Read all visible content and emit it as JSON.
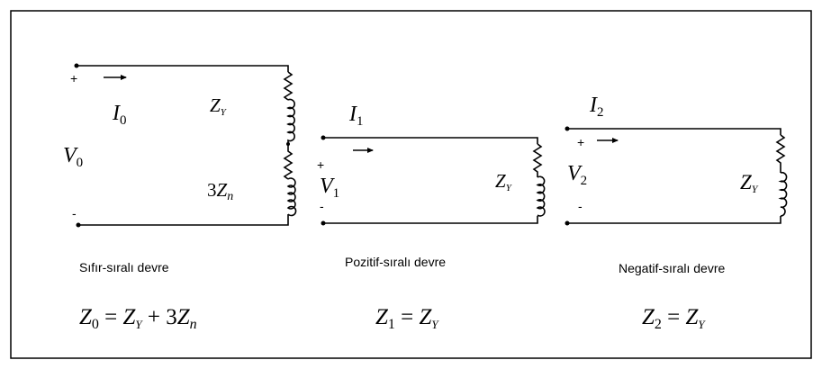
{
  "circuits": [
    {
      "caption": "Sıfır-sıralı devre",
      "plus": "+",
      "minus": "-",
      "current": {
        "sym": "I",
        "sub": "0"
      },
      "voltage": {
        "sym": "V",
        "sub": "0"
      },
      "imp1": {
        "sym": "Z",
        "sub": "Y"
      },
      "imp2": {
        "pre": "3",
        "sym": "Z",
        "sub": "n"
      },
      "equation": {
        "lhs_sym": "Z",
        "lhs_sub": "0",
        "eq": " = ",
        "r1_sym": "Z",
        "r1_sub": "Y",
        "plus": " + 3",
        "r2_sym": "Z",
        "r2_sub": "n"
      }
    },
    {
      "caption": "Pozitif-sıralı devre",
      "plus": "+",
      "minus": "-",
      "current": {
        "sym": "I",
        "sub": "1"
      },
      "voltage": {
        "sym": "V",
        "sub": "1"
      },
      "imp1": {
        "sym": "Z",
        "sub": "Y"
      },
      "equation": {
        "lhs_sym": "Z",
        "lhs_sub": "1",
        "eq": " = ",
        "r1_sym": "Z",
        "r1_sub": "Y"
      }
    },
    {
      "caption": "Negatif-sıralı devre",
      "plus": "+",
      "minus": "-",
      "current": {
        "sym": "I",
        "sub": "2"
      },
      "voltage": {
        "sym": "V",
        "sub": "2"
      },
      "imp1": {
        "sym": "Z",
        "sub": "Y"
      },
      "equation": {
        "lhs_sym": "Z",
        "lhs_sub": "2",
        "eq": " = ",
        "r1_sym": "Z",
        "r1_sub": "Y"
      }
    }
  ]
}
